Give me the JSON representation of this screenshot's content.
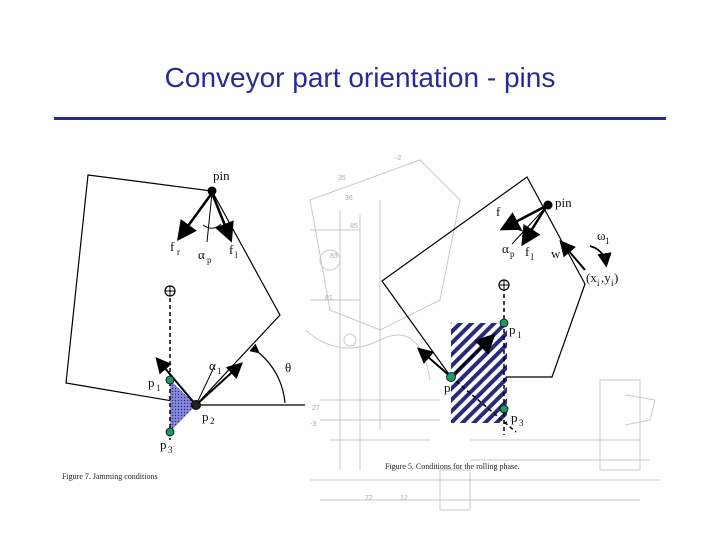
{
  "slide": {
    "title": "Conveyor part orientation - pins",
    "accent_color": "#2a2a96"
  },
  "left_figure": {
    "caption": "Figure 7. Jamming conditions",
    "labels": {
      "pin": "pin",
      "fr": "f",
      "fr_sub": "r",
      "alpha": "α",
      "alpha_sub": "p",
      "fl": "f",
      "fl_sub": "l",
      "p1": "p",
      "p1_sub": "1",
      "alpha1": "α",
      "alpha1_sub": "1",
      "theta": "θ",
      "p2": "p",
      "p2_sub": "2",
      "p3": "p",
      "p3_sub": "3"
    }
  },
  "right_figure": {
    "caption": "Figure 5. Conditions for the rolling phase.",
    "labels": {
      "pin": "pin",
      "f": "f",
      "alpha": "α",
      "alpha_sub": "p",
      "fl": "f",
      "fl_sub": "l",
      "omega": "ω",
      "omega_sub": "1",
      "w": "w",
      "coord": "(x",
      "coord_sub": "i",
      "coord_mid": ",y",
      "coord_sub2": "i",
      "coord_end": ")",
      "p1": "p",
      "p1_sub": "1",
      "p2": "p",
      "p3": "p",
      "p3_sub": "3"
    }
  },
  "background_sketch": {
    "numbers": [
      "-2",
      "35",
      "36",
      "85",
      "81",
      "83",
      "-3",
      "27",
      "12",
      "72"
    ]
  }
}
